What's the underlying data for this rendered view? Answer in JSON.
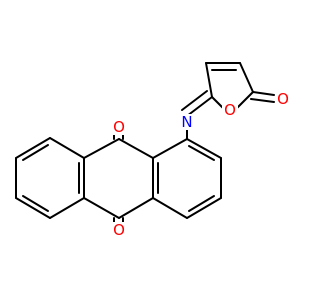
{
  "colors": {
    "bond": "#000000",
    "oxygen": "#ff0000",
    "nitrogen": "#0000ff",
    "background": "#ffffff"
  },
  "atom_labels": {
    "o_ketone_top": "O",
    "o_ketone_bottom": "O",
    "n_imine": "N",
    "o_ring": "O",
    "o_carbonyl": "O"
  }
}
